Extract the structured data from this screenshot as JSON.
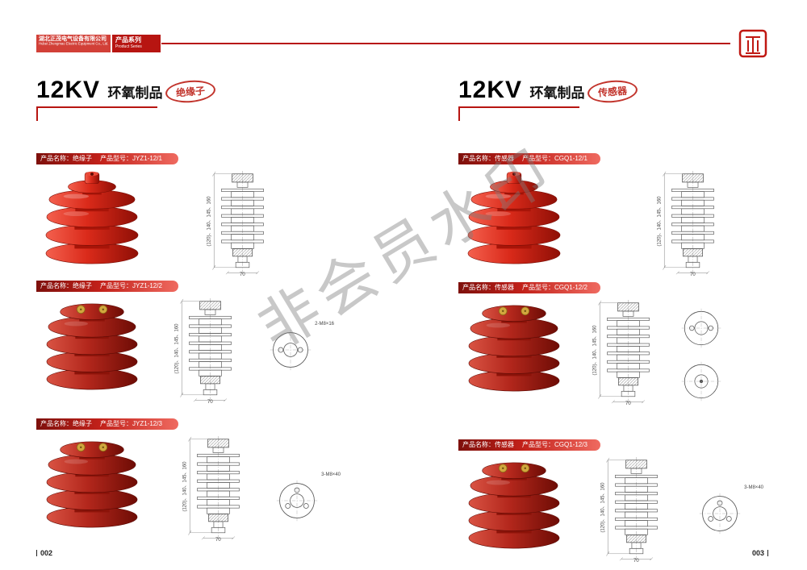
{
  "header": {
    "company_cn": "湖北正茂电气设备有限公司",
    "company_en": "Hubei Zhengmao Electric Equipment Co., Ltd.",
    "series_cn": "产品系列",
    "series_en": "Product Series"
  },
  "watermark": "非会员水印",
  "pages": {
    "left": {
      "kv": "12KV",
      "category": "环氧制品",
      "badge": "绝缘子",
      "page_no": "002",
      "products": [
        {
          "name_label": "产品名称：绝缘子",
          "model_label": "产品型号：JYZ1-12/1",
          "side_dims": "(120)、140、145、160",
          "bottom_dim": "70"
        },
        {
          "name_label": "产品名称：绝缘子",
          "model_label": "产品型号：JYZ1-12/2",
          "side_dims": "(120)、140、145、160",
          "bottom_dim": "70",
          "hole_label": "2-M8×16"
        },
        {
          "name_label": "产品名称：绝缘子",
          "model_label": "产品型号：JYZ1-12/3",
          "side_dims": "(120)、140、145、160",
          "bottom_dim": "70",
          "hole_label": "3-M8×40"
        }
      ]
    },
    "right": {
      "kv": "12KV",
      "category": "环氧制品",
      "badge": "传感器",
      "page_no": "003",
      "products": [
        {
          "name_label": "产品名称：传感器",
          "model_label": "产品型号：CGQ1-12/1",
          "side_dims": "(120)、140、145、160",
          "bottom_dim": "70"
        },
        {
          "name_label": "产品名称：传感器",
          "model_label": "产品型号：CGQ1-12/2",
          "side_dims": "(120)、140、145、160",
          "bottom_dim": "70"
        },
        {
          "name_label": "产品名称：传感器",
          "model_label": "产品型号：CGQ1-12/3",
          "side_dims": "(120)、140、145、160",
          "bottom_dim": "70",
          "hole_label": "3-M8×40"
        }
      ]
    }
  }
}
